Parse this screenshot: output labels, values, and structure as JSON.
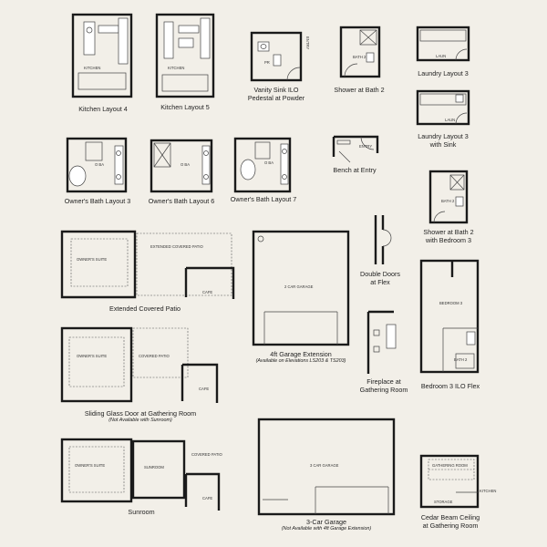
{
  "options": [
    {
      "id": "kitchen4",
      "caption": [
        "Kitchen Layout 4"
      ],
      "room_labels": [
        "KITCHEN"
      ]
    },
    {
      "id": "kitchen5",
      "caption": [
        "Kitchen Layout 5"
      ],
      "room_labels": [
        "KITCHEN"
      ]
    },
    {
      "id": "vanity",
      "caption": [
        "Vanity Sink ILO",
        "Pedestal at Powder"
      ],
      "room_labels": [
        "PR",
        "ENTRY"
      ]
    },
    {
      "id": "shower2",
      "caption": [
        "Shower at Bath 2"
      ],
      "room_labels": [
        "BATH 2"
      ]
    },
    {
      "id": "laundry3",
      "caption": [
        "Laundry Layout 3"
      ],
      "room_labels": [
        "LAUN"
      ]
    },
    {
      "id": "laundry3sink",
      "caption": [
        "Laundry Layout 3",
        "with Sink"
      ],
      "room_labels": [
        "LAUN"
      ]
    },
    {
      "id": "ob3",
      "caption": [
        "Owner's Bath Layout 3"
      ],
      "room_labels": [
        "O BA"
      ]
    },
    {
      "id": "ob6",
      "caption": [
        "Owner's Bath Layout 6"
      ],
      "room_labels": [
        "O BA"
      ]
    },
    {
      "id": "ob7",
      "caption": [
        "Owner's Bath Layout 7"
      ],
      "room_labels": [
        "O BA"
      ]
    },
    {
      "id": "bench",
      "caption": [
        "Bench at Entry"
      ],
      "room_labels": [
        "ENTRY"
      ]
    },
    {
      "id": "shower2bed3",
      "caption": [
        "Shower at Bath 2",
        "with Bedroom 3"
      ],
      "room_labels": [
        "BATH 2"
      ]
    },
    {
      "id": "extpatio",
      "caption": [
        "Extended Covered Patio"
      ],
      "room_labels": [
        "OWNER'S SUITE",
        "EXTENDED COVERED PATIO",
        "CAFE"
      ]
    },
    {
      "id": "garageext",
      "caption": [
        "4ft Garage Extension"
      ],
      "subcaption": "(Available on Elevations LS203 & TS203)",
      "room_labels": [
        "2 CAR GARAGE"
      ]
    },
    {
      "id": "dbldoors",
      "caption": [
        "Double Doors",
        "at Flex"
      ],
      "room_labels": []
    },
    {
      "id": "bed3flex",
      "caption": [
        "Bedroom 3 ILO Flex"
      ],
      "room_labels": [
        "BEDROOM 3",
        "BATH 2"
      ]
    },
    {
      "id": "fireplace",
      "caption": [
        "Fireplace at",
        "Gathering Room"
      ],
      "room_labels": []
    },
    {
      "id": "sliding",
      "caption": [
        "Sliding Glass Door at Gathering Room"
      ],
      "subcaption": "(Not Available with Sunroom)",
      "room_labels": [
        "OWNER'S SUITE",
        "COVERED PATIO",
        "CAFE"
      ]
    },
    {
      "id": "sunroom",
      "caption": [
        "Sunroom"
      ],
      "room_labels": [
        "OWNER'S SUITE",
        "SUNROOM",
        "COVERED PATIO",
        "CAFE"
      ]
    },
    {
      "id": "garage3",
      "caption": [
        "3-Car Garage"
      ],
      "subcaption": "(Not Available with 4ft Garage Extension)",
      "room_labels": [
        "3 CAR GARAGE"
      ]
    },
    {
      "id": "cedar",
      "caption": [
        "Cedar Beam Ceiling",
        "at Gathering Room"
      ],
      "room_labels": [
        "GATHERING ROOM",
        "STORAGE",
        "KITCHEN"
      ]
    }
  ]
}
